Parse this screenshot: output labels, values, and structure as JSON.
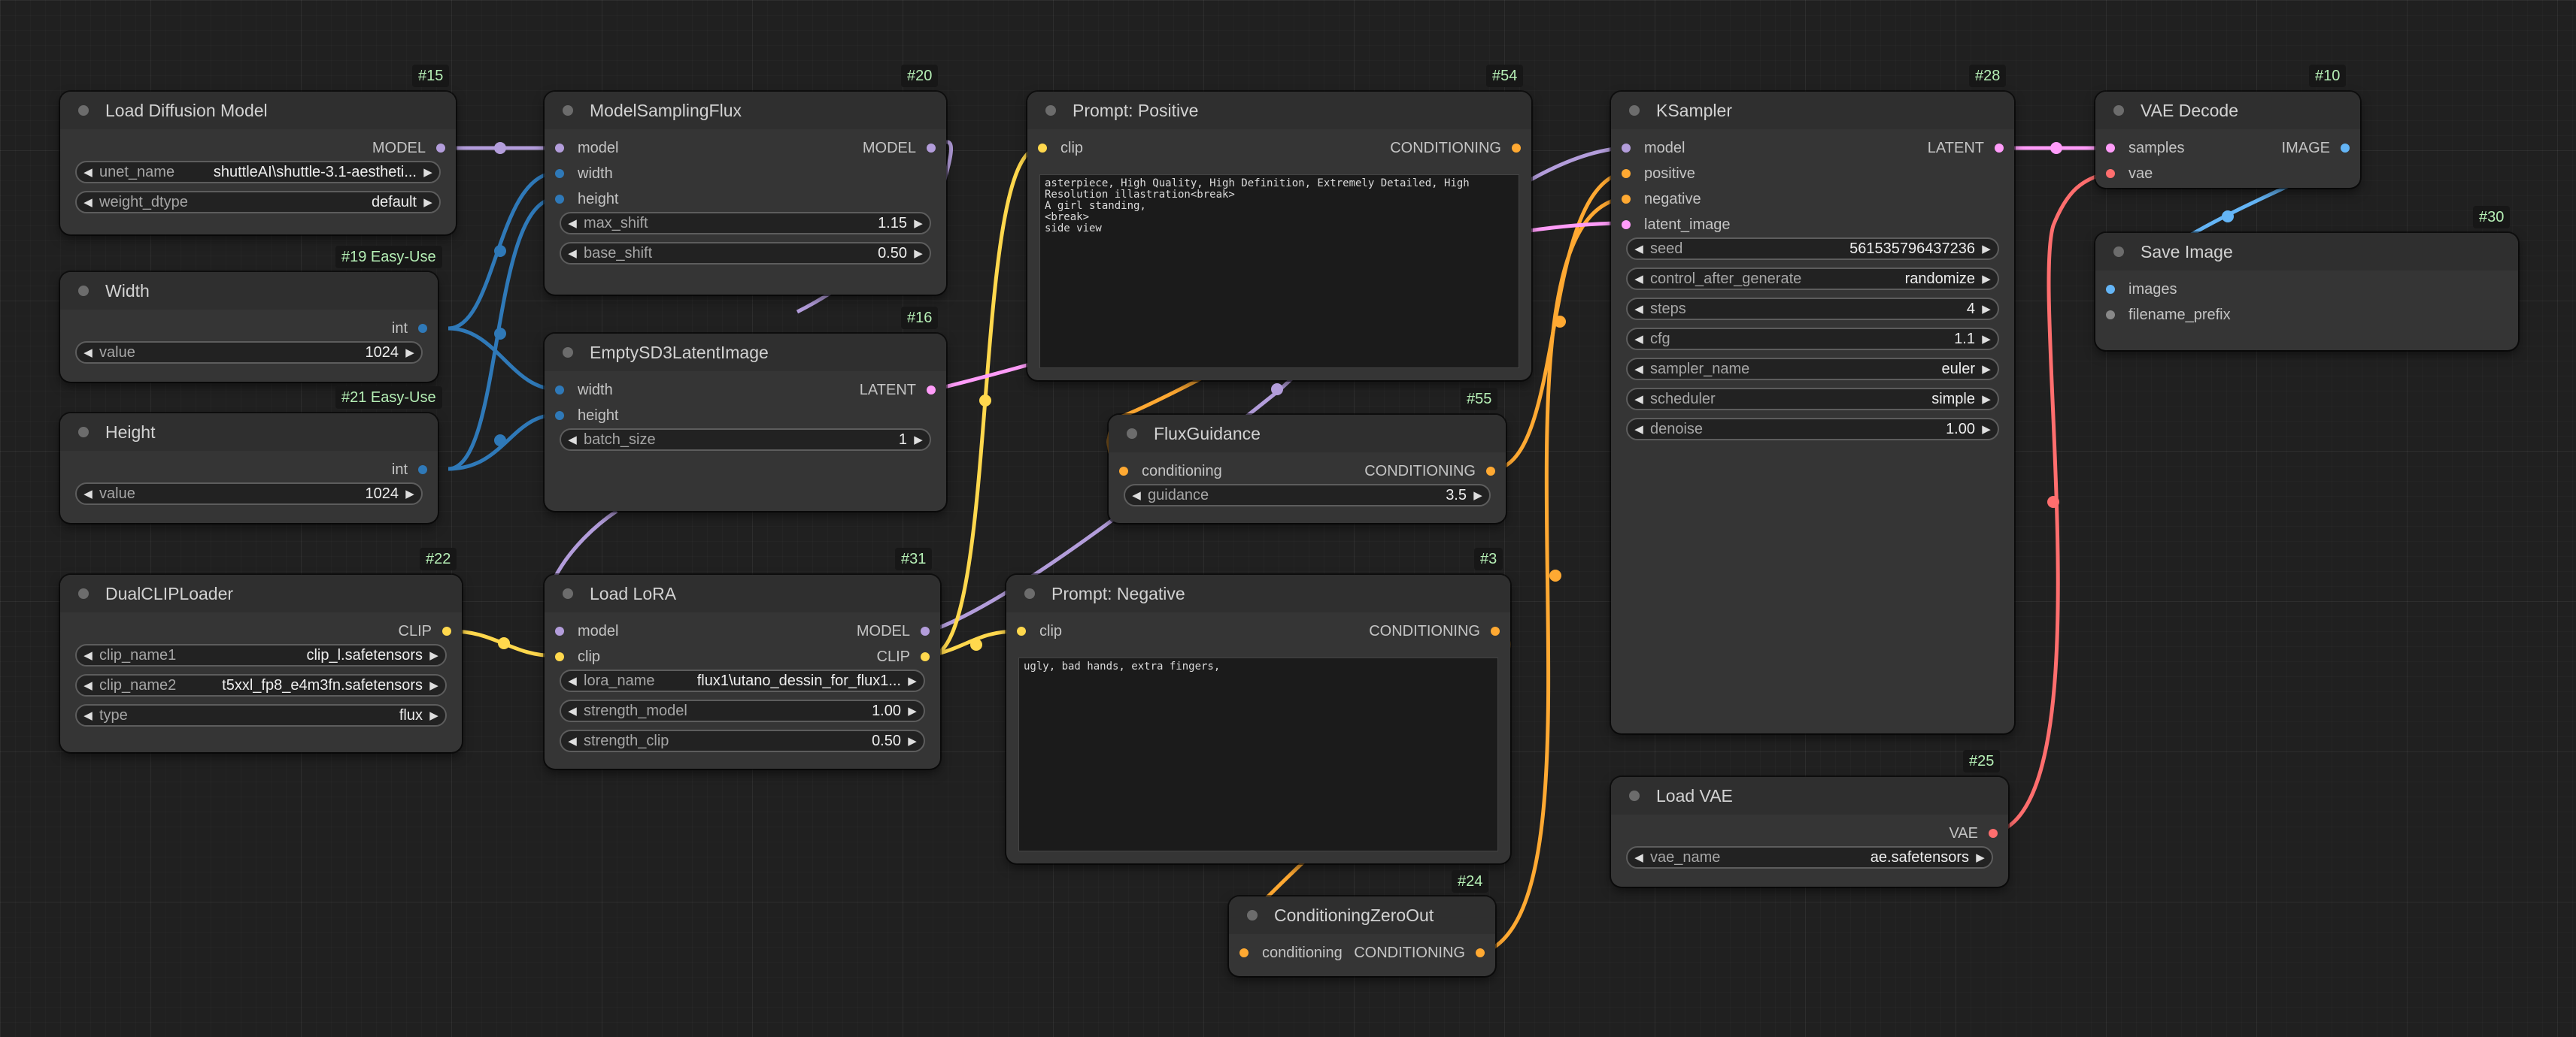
{
  "colors": {
    "model": "#b39ddb",
    "int": "#2f79b8",
    "clip": "#ffd84d",
    "conditioning": "#ffa932",
    "latent": "#ff9cf9",
    "vae": "#ff6e6e",
    "image": "#64b5f6"
  },
  "nodes": {
    "load_diffusion_model": {
      "id": "#15",
      "title": "Load Diffusion Model",
      "output": "MODEL",
      "unet_name": {
        "label": "unet_name",
        "value": "shuttleAI\\shuttle-3.1-aestheti..."
      },
      "weight_dtype": {
        "label": "weight_dtype",
        "value": "default"
      }
    },
    "width": {
      "id": "#19 Easy-Use",
      "title": "Width",
      "output": "int",
      "value": {
        "label": "value",
        "value": "1024"
      }
    },
    "height": {
      "id": "#21 Easy-Use",
      "title": "Height",
      "output": "int",
      "value": {
        "label": "value",
        "value": "1024"
      }
    },
    "dual_clip_loader": {
      "id": "#22",
      "title": "DualCLIPLoader",
      "output": "CLIP",
      "clip_name1": {
        "label": "clip_name1",
        "value": "clip_l.safetensors"
      },
      "clip_name2": {
        "label": "clip_name2",
        "value": "t5xxl_fp8_e4m3fn.safetensors"
      },
      "type": {
        "label": "type",
        "value": "flux"
      }
    },
    "model_sampling_flux": {
      "id": "#20",
      "title": "ModelSamplingFlux",
      "inputs": [
        "model",
        "width",
        "height"
      ],
      "output": "MODEL",
      "max_shift": {
        "label": "max_shift",
        "value": "1.15"
      },
      "base_shift": {
        "label": "base_shift",
        "value": "0.50"
      }
    },
    "empty_sd3_latent": {
      "id": "#16",
      "title": "EmptySD3LatentImage",
      "inputs": [
        "width",
        "height"
      ],
      "output": "LATENT",
      "batch_size": {
        "label": "batch_size",
        "value": "1"
      }
    },
    "load_lora": {
      "id": "#31",
      "title": "Load LoRA",
      "inputs": [
        "model",
        "clip"
      ],
      "outputs": [
        "MODEL",
        "CLIP"
      ],
      "lora_name": {
        "label": "lora_name",
        "value": "flux1\\utano_dessin_for_flux1..."
      },
      "strength_model": {
        "label": "strength_model",
        "value": "1.00"
      },
      "strength_clip": {
        "label": "strength_clip",
        "value": "0.50"
      }
    },
    "prompt_positive": {
      "id": "#54",
      "title": "Prompt: Positive",
      "input": "clip",
      "output": "CONDITIONING",
      "text": "asterpiece, High Quality, High Definition, Extremely Detailed, High Resolution illastration<break>\nA girl standing,\n<break>\nside view"
    },
    "flux_guidance": {
      "id": "#55",
      "title": "FluxGuidance",
      "input": "conditioning",
      "output": "CONDITIONING",
      "guidance": {
        "label": "guidance",
        "value": "3.5"
      }
    },
    "prompt_negative": {
      "id": "#3",
      "title": "Prompt: Negative",
      "input": "clip",
      "output": "CONDITIONING",
      "text": "ugly, bad hands, extra fingers,"
    },
    "conditioning_zero_out": {
      "id": "#24",
      "title": "ConditioningZeroOut",
      "input": "conditioning",
      "output": "CONDITIONING"
    },
    "ksampler": {
      "id": "#28",
      "title": "KSampler",
      "inputs": [
        "model",
        "positive",
        "negative",
        "latent_image"
      ],
      "output": "LATENT",
      "widgets": [
        {
          "label": "seed",
          "value": "561535796437236"
        },
        {
          "label": "control_after_generate",
          "value": "randomize"
        },
        {
          "label": "steps",
          "value": "4"
        },
        {
          "label": "cfg",
          "value": "1.1"
        },
        {
          "label": "sampler_name",
          "value": "euler"
        },
        {
          "label": "scheduler",
          "value": "simple"
        },
        {
          "label": "denoise",
          "value": "1.00"
        }
      ]
    },
    "load_vae": {
      "id": "#25",
      "title": "Load VAE",
      "output": "VAE",
      "vae_name": {
        "label": "vae_name",
        "value": "ae.safetensors"
      }
    },
    "vae_decode": {
      "id": "#10",
      "title": "VAE Decode",
      "inputs": [
        "samples",
        "vae"
      ],
      "output": "IMAGE"
    },
    "save_image": {
      "id": "#30",
      "title": "Save Image",
      "inputs": [
        "images",
        "filename_prefix"
      ]
    }
  },
  "icons": {
    "node_status": "node-dot-icon",
    "widget_decrement": "triangle-left-icon",
    "widget_increment": "triangle-right-icon"
  }
}
